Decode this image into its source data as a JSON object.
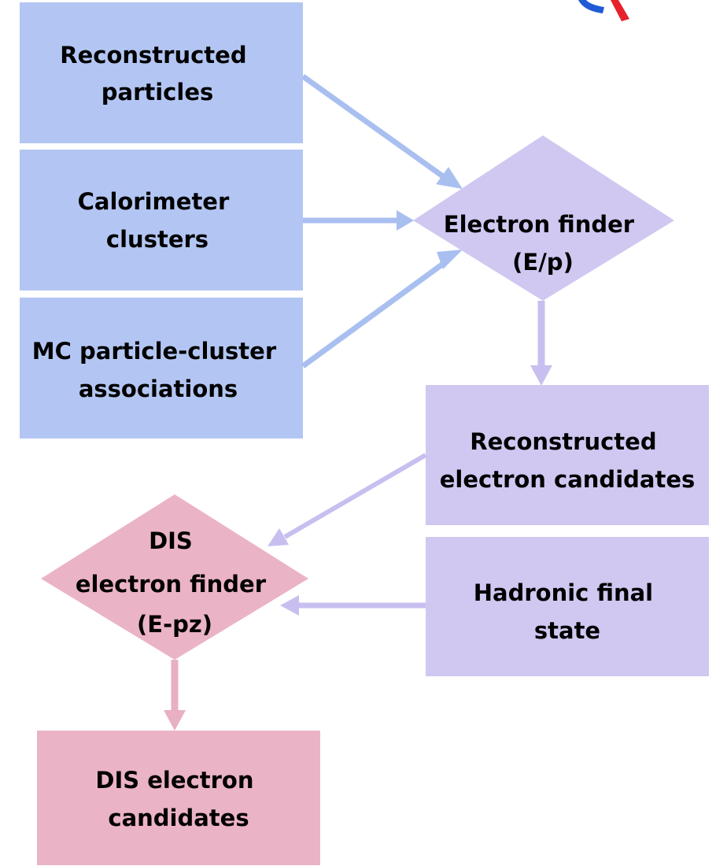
{
  "colors": {
    "input_box": "#b3c6f3",
    "input_arrow": "#a8bff0",
    "process_box": "#d0c8f1",
    "process_arrow": "#c8bff0",
    "dis_shape": "#ebb3c6",
    "dis_arrow": "#e8b0c2",
    "logo_blue": "#1f5bd6",
    "logo_red": "#e8202a"
  },
  "inputs": {
    "reco_particles": [
      "Reconstructed",
      "particles"
    ],
    "calo_clusters": [
      "Calorimeter",
      "clusters"
    ],
    "mc_assoc": [
      "MC particle-cluster",
      "associations"
    ]
  },
  "electron_finder": [
    "Electron finder",
    "(E/p)"
  ],
  "reco_electrons": [
    "Reconstructed",
    "electron candidates"
  ],
  "hadronic_final_state": [
    "Hadronic final",
    "state"
  ],
  "dis_finder": [
    "DIS",
    "electron finder",
    "(E-pz)"
  ],
  "dis_candidates": [
    "DIS electron",
    "candidates"
  ],
  "logo": {
    "icon": "partial-circle-logo"
  }
}
